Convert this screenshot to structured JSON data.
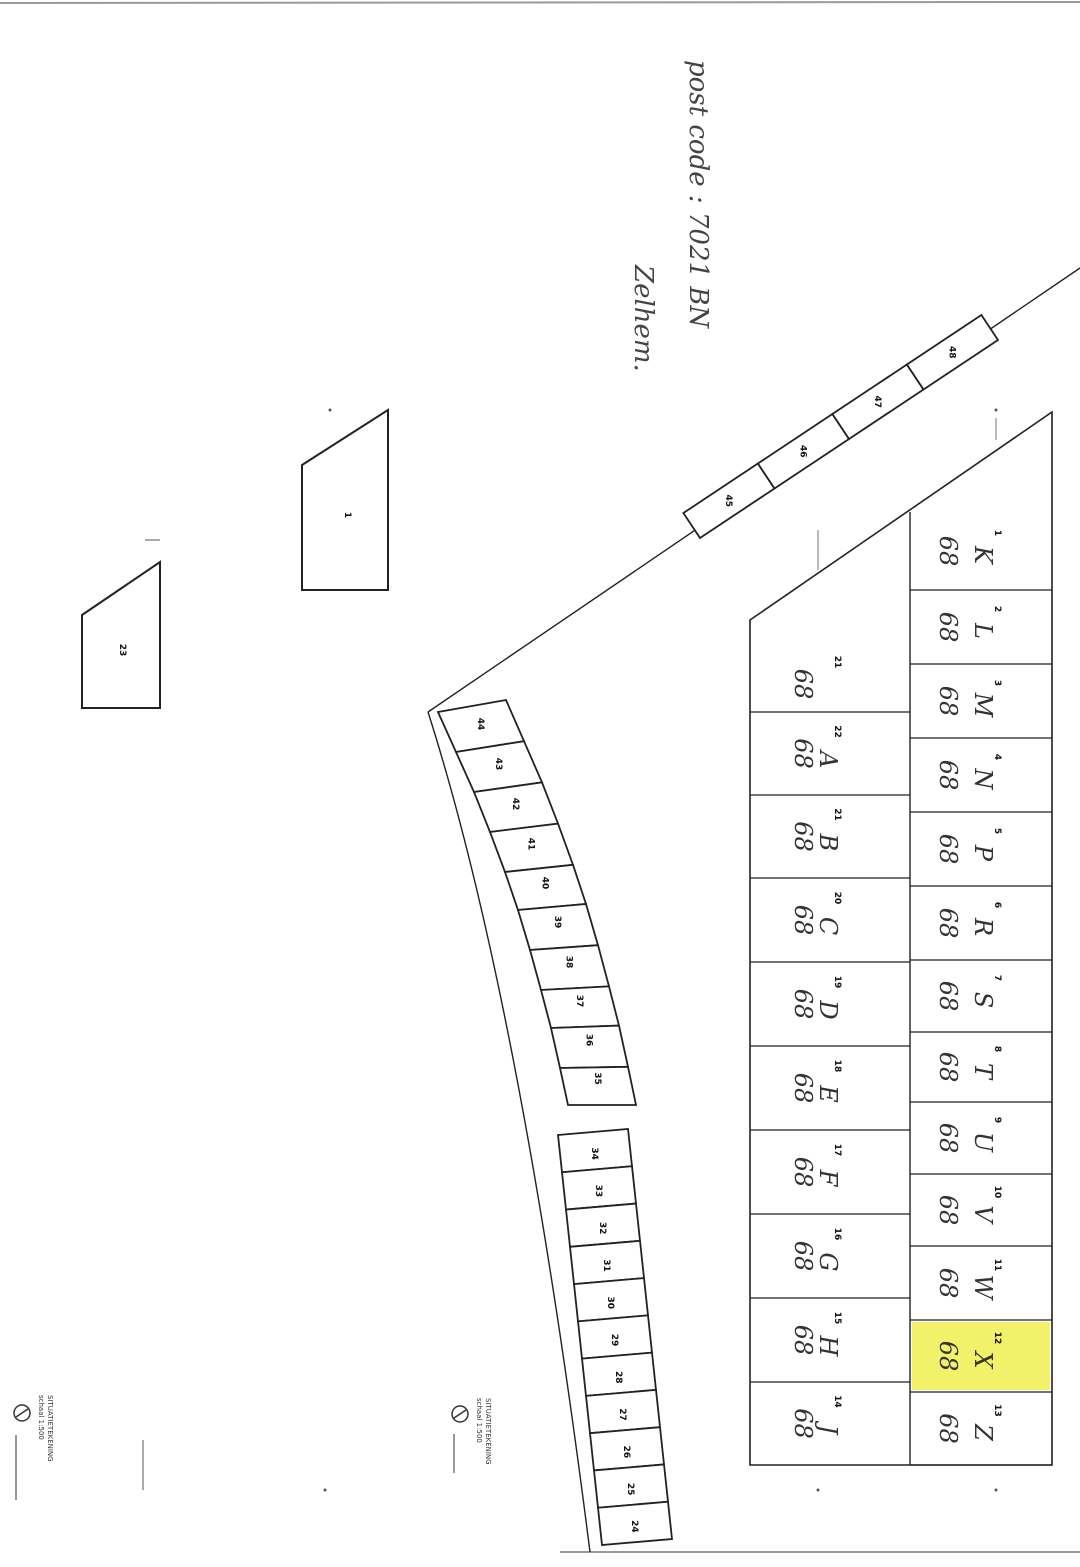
{
  "note": {
    "line1": "post code : 7021 BN",
    "line2": "Zelhem."
  },
  "highlight_color": "#f2f26a",
  "lots_right": [
    {
      "num": "1",
      "letter": "K",
      "code": "68"
    },
    {
      "num": "2",
      "letter": "L",
      "code": "68"
    },
    {
      "num": "3",
      "letter": "M",
      "code": "68"
    },
    {
      "num": "4",
      "letter": "N",
      "code": "68"
    },
    {
      "num": "5",
      "letter": "P",
      "code": "68"
    },
    {
      "num": "6",
      "letter": "R",
      "code": "68"
    },
    {
      "num": "7",
      "letter": "S",
      "code": "68"
    },
    {
      "num": "8",
      "letter": "T",
      "code": "68"
    },
    {
      "num": "9",
      "letter": "U",
      "code": "68"
    },
    {
      "num": "10",
      "letter": "V",
      "code": "68"
    },
    {
      "num": "11",
      "letter": "W",
      "code": "68"
    },
    {
      "num": "12",
      "letter": "X",
      "code": "68",
      "highlight": true
    },
    {
      "num": "13",
      "letter": "Z",
      "code": "68"
    }
  ],
  "lots_left": [
    {
      "num": "21",
      "letter": "",
      "code": "68"
    },
    {
      "num": "22",
      "letter": "A",
      "code": "68"
    },
    {
      "num": "21",
      "letter": "B",
      "code": "68"
    },
    {
      "num": "20",
      "letter": "C",
      "code": "68"
    },
    {
      "num": "19",
      "letter": "D",
      "code": "68"
    },
    {
      "num": "18",
      "letter": "E",
      "code": "68"
    },
    {
      "num": "17",
      "letter": "F",
      "code": "68"
    },
    {
      "num": "16",
      "letter": "G",
      "code": "68"
    },
    {
      "num": "15",
      "letter": "H",
      "code": "68"
    },
    {
      "num": "14",
      "letter": "J",
      "code": "68"
    }
  ],
  "garages_top": [
    "45",
    "46",
    "47",
    "48"
  ],
  "garages_curve": [
    "44",
    "43",
    "42",
    "41",
    "40",
    "39",
    "38",
    "37",
    "36",
    "35"
  ],
  "garages_bottom": [
    "34",
    "33",
    "32",
    "31",
    "30",
    "29",
    "28",
    "27",
    "26",
    "25",
    "24"
  ],
  "blocks": [
    {
      "label": "1"
    },
    {
      "label": "23"
    }
  ],
  "legends": [
    {
      "line1": "SITUATIETEKENING",
      "line2": "schaal 1:500"
    },
    {
      "line1": "SITUATIETEKENING",
      "line2": "schaal 1:500"
    }
  ]
}
